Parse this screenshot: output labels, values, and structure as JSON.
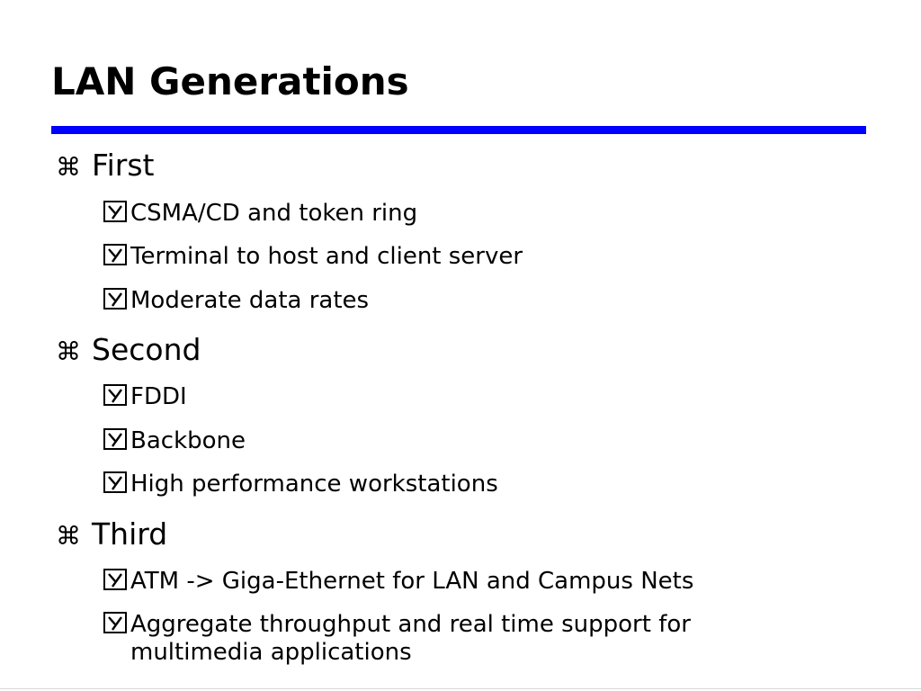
{
  "slide": {
    "title": "LAN Generations",
    "accent_color": "#0000ff",
    "level1_icon": "command-key-icon",
    "level2_icon": "checkbox-y-icon",
    "sections": [
      {
        "label": "First",
        "items": [
          "CSMA/CD and token ring",
          "Terminal to host and client server",
          "Moderate data rates"
        ]
      },
      {
        "label": "Second",
        "items": [
          "FDDI",
          "Backbone",
          "High performance workstations"
        ]
      },
      {
        "label": "Third",
        "items": [
          "ATM -> Giga-Ethernet for LAN and Campus Nets",
          "Aggregate throughput and real time support for multimedia applications"
        ]
      }
    ]
  }
}
